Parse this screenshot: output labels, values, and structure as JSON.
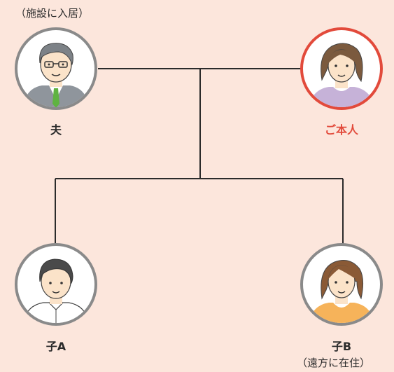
{
  "colors": {
    "background": "#fce6dc",
    "line": "#2b2b2b",
    "highlight": "#e24a3b",
    "avatar_ring": "#8a8a8a",
    "avatar_fill": "#ffffff"
  },
  "people": {
    "husband": {
      "label": "夫",
      "note": "（施設に入居）",
      "icon": "elderly-man-suit-icon"
    },
    "self": {
      "label": "ご本人",
      "icon": "elderly-woman-icon",
      "highlighted": true
    },
    "child_a": {
      "label": "子A",
      "icon": "young-man-icon"
    },
    "child_b": {
      "label": "子B",
      "note": "（遠方に在住）",
      "icon": "young-woman-icon"
    }
  }
}
